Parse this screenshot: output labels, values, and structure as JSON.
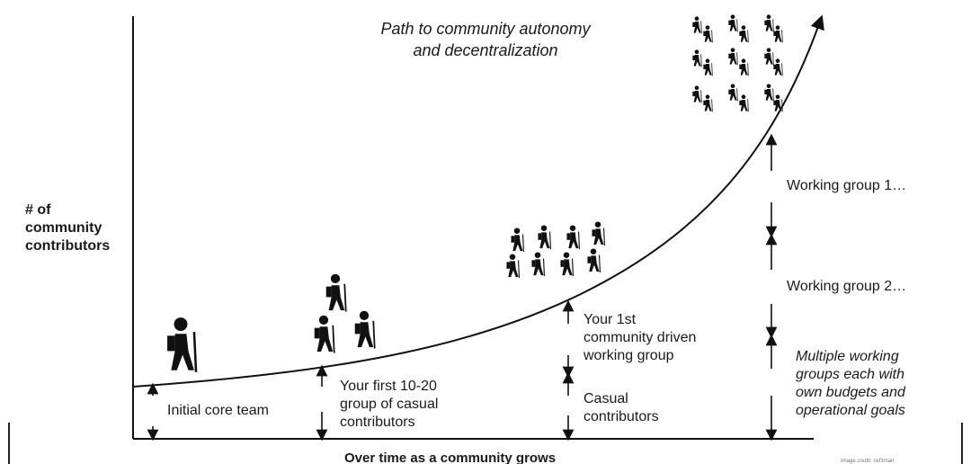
{
  "title": "Path to community autonomy and decentralization",
  "title_lines": [
    "Path to community autonomy",
    "and decentralization"
  ],
  "y_axis_label": [
    "# of",
    "community",
    "contributors"
  ],
  "x_axis_label": "Over time as a community grows",
  "credit": "Image credit: cef3man",
  "stages": {
    "core": "Initial core team",
    "casual_group": [
      "Your first 10-20",
      "group of casual",
      "contributors"
    ],
    "first_wg": [
      "Your 1st",
      "community driven",
      "working group"
    ],
    "casual": [
      "Casual",
      "contributors"
    ],
    "wg1": "Working group 1…",
    "wg2": "Working group 2…",
    "multiple": [
      "Multiple working",
      "groups each with",
      "own budgets and",
      "operational goals"
    ]
  }
}
